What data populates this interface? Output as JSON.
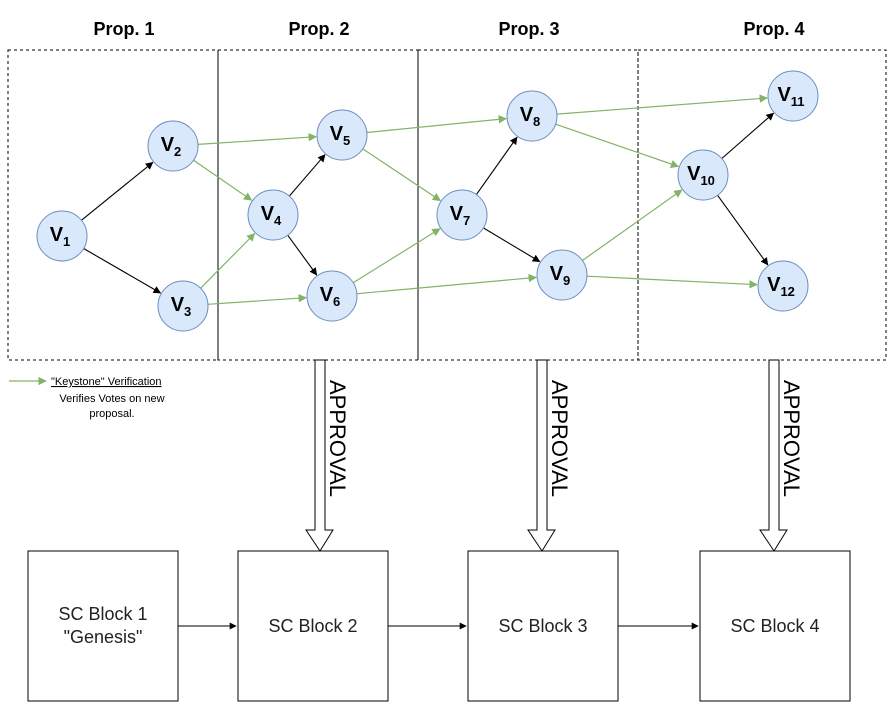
{
  "proposals": [
    "Prop. 1",
    "Prop. 2",
    "Prop. 3",
    "Prop. 4"
  ],
  "nodes": [
    {
      "id": "v1",
      "base": "V",
      "sub": "1"
    },
    {
      "id": "v2",
      "base": "V",
      "sub": "2"
    },
    {
      "id": "v3",
      "base": "V",
      "sub": "3"
    },
    {
      "id": "v4",
      "base": "V",
      "sub": "4"
    },
    {
      "id": "v5",
      "base": "V",
      "sub": "5"
    },
    {
      "id": "v6",
      "base": "V",
      "sub": "6"
    },
    {
      "id": "v7",
      "base": "V",
      "sub": "7"
    },
    {
      "id": "v8",
      "base": "V",
      "sub": "8"
    },
    {
      "id": "v9",
      "base": "V",
      "sub": "9"
    },
    {
      "id": "v10",
      "base": "V",
      "sub": "10"
    },
    {
      "id": "v11",
      "base": "V",
      "sub": "11"
    },
    {
      "id": "v12",
      "base": "V",
      "sub": "12"
    }
  ],
  "edges": [
    {
      "from": "v1",
      "to": "v2",
      "kind": "black"
    },
    {
      "from": "v1",
      "to": "v3",
      "kind": "black"
    },
    {
      "from": "v2",
      "to": "v5",
      "kind": "green"
    },
    {
      "from": "v2",
      "to": "v4",
      "kind": "green"
    },
    {
      "from": "v3",
      "to": "v4",
      "kind": "green"
    },
    {
      "from": "v3",
      "to": "v6",
      "kind": "green"
    },
    {
      "from": "v4",
      "to": "v5",
      "kind": "black"
    },
    {
      "from": "v4",
      "to": "v6",
      "kind": "black"
    },
    {
      "from": "v5",
      "to": "v8",
      "kind": "green"
    },
    {
      "from": "v5",
      "to": "v7",
      "kind": "green"
    },
    {
      "from": "v6",
      "to": "v7",
      "kind": "green"
    },
    {
      "from": "v6",
      "to": "v9",
      "kind": "green"
    },
    {
      "from": "v7",
      "to": "v8",
      "kind": "black"
    },
    {
      "from": "v7",
      "to": "v9",
      "kind": "black"
    },
    {
      "from": "v8",
      "to": "v11",
      "kind": "green"
    },
    {
      "from": "v8",
      "to": "v10",
      "kind": "green"
    },
    {
      "from": "v9",
      "to": "v10",
      "kind": "green"
    },
    {
      "from": "v9",
      "to": "v12",
      "kind": "green"
    },
    {
      "from": "v10",
      "to": "v11",
      "kind": "black"
    },
    {
      "from": "v10",
      "to": "v12",
      "kind": "black"
    }
  ],
  "legend": {
    "title": "\"Keystone\" Verification",
    "desc_line1": "Verifies Votes on new",
    "desc_line2": "proposal."
  },
  "approval_label": "APPROVAL",
  "blocks": [
    {
      "line1": "SC Block 1",
      "line2": "\"Genesis\""
    },
    {
      "line1": "SC Block 2"
    },
    {
      "line1": "SC Block 3"
    },
    {
      "line1": "SC Block 4"
    }
  ],
  "colors": {
    "node_fill": "#dae8fc",
    "node_stroke": "#6c8ebf",
    "green_edge": "#82b366",
    "black_edge": "#000000"
  }
}
